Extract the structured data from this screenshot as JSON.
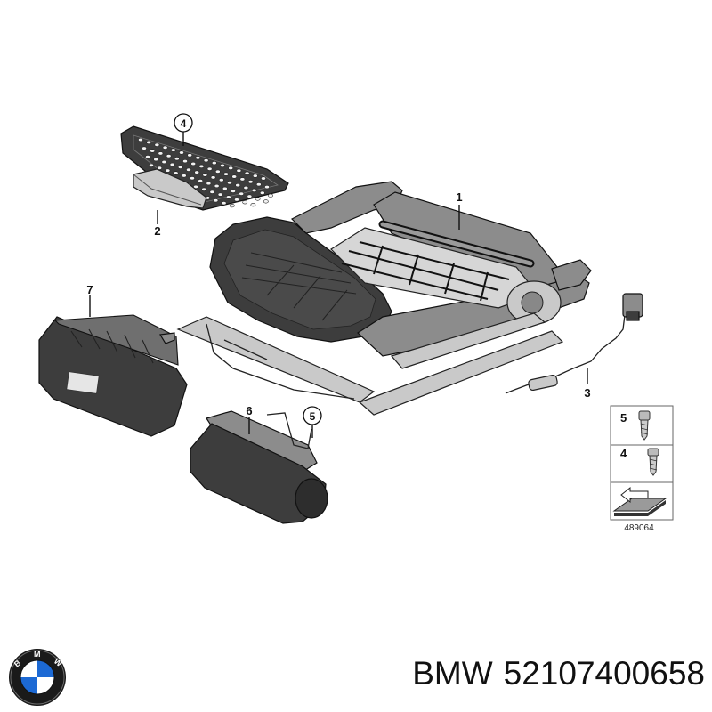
{
  "diagram": {
    "callouts": [
      {
        "id": "1",
        "circled": false
      },
      {
        "id": "2",
        "circled": false
      },
      {
        "id": "3",
        "circled": false
      },
      {
        "id": "4",
        "circled": true
      },
      {
        "id": "5",
        "circled": true
      },
      {
        "id": "6",
        "circled": false
      },
      {
        "id": "7",
        "circled": false
      }
    ],
    "legend": {
      "rows": [
        {
          "number": "5",
          "icon": "screw-icon"
        },
        {
          "number": "4",
          "icon": "screw-icon"
        }
      ],
      "figure_number": "489064"
    }
  },
  "caption": {
    "brand": "BMW",
    "part_number": "52107400658"
  },
  "logo": {
    "name": "bmw-roundel-logo",
    "letters": "BMW",
    "colors": {
      "ring": "#1a1a1a",
      "blue": "#1c69d4",
      "white": "#ffffff"
    }
  }
}
